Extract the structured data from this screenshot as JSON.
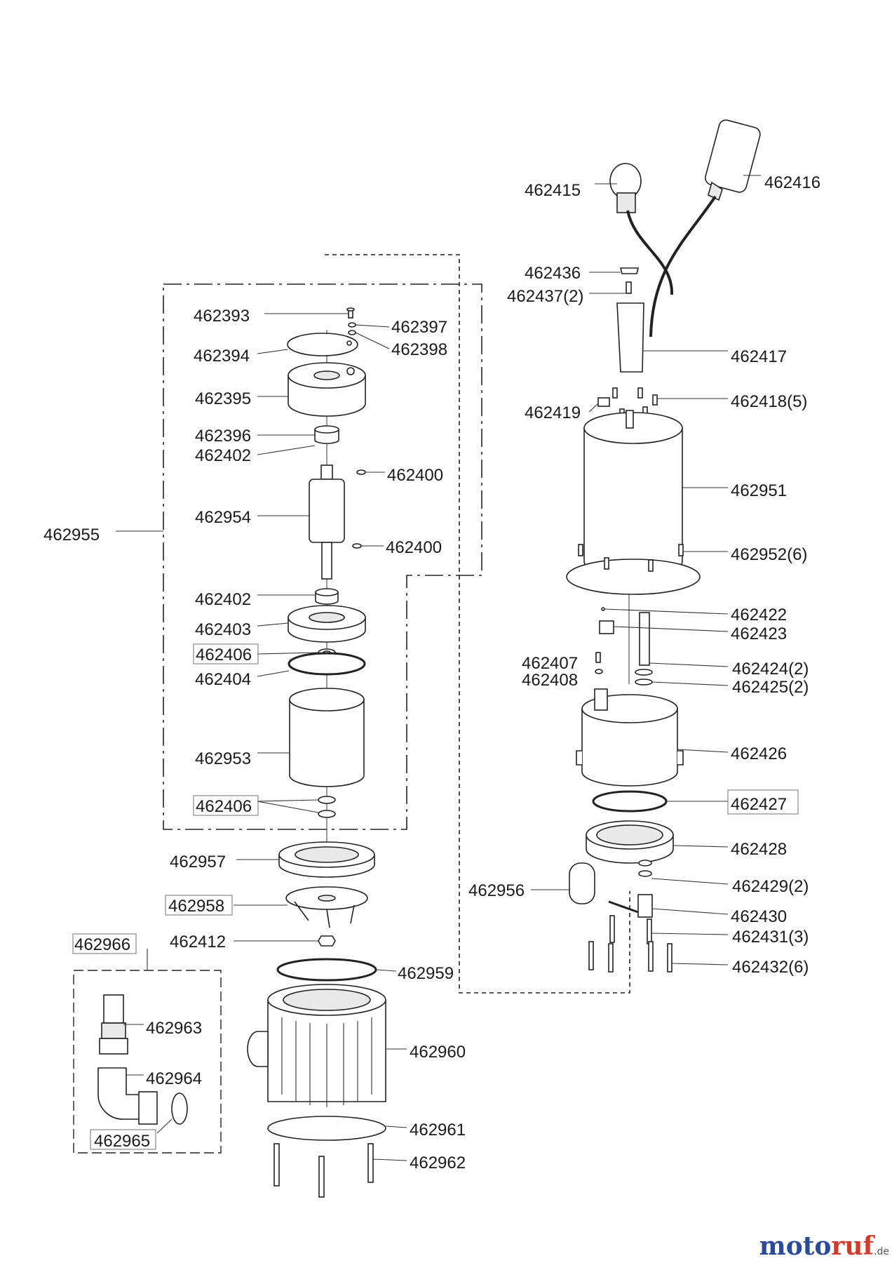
{
  "labels": {
    "p462415": "462415",
    "p462416": "462416",
    "p462436": "462436",
    "p462437": "462437(2)",
    "p462417": "462417",
    "p462418": "462418(5)",
    "p462419": "462419",
    "p462951": "462951",
    "p462952": "462952(6)",
    "p462422": "462422",
    "p462423": "462423",
    "p462407": "462407",
    "p462408": "462408",
    "p462424": "462424(2)",
    "p462425": "462425(2)",
    "p462426": "462426",
    "p462427": "462427",
    "p462428": "462428",
    "p462956": "462956",
    "p462429": "462429(2)",
    "p462430": "462430",
    "p462431": "462431(3)",
    "p462432": "462432(6)",
    "p462393": "462393",
    "p462397": "462397",
    "p462394": "462394",
    "p462398": "462398",
    "p462395": "462395",
    "p462396": "462396",
    "p462402a": "462402",
    "p462400a": "462400",
    "p462954": "462954",
    "p462955": "462955",
    "p462400b": "462400",
    "p462402b": "462402",
    "p462403": "462403",
    "p462406a": "462406",
    "p462404": "462404",
    "p462953": "462953",
    "p462406b": "462406",
    "p462957": "462957",
    "p462958": "462958",
    "p462412": "462412",
    "p462966": "462966",
    "p462959": "462959",
    "p462963": "462963",
    "p462960": "462960",
    "p462964": "462964",
    "p462961": "462961",
    "p462965": "462965",
    "p462962": "462962"
  },
  "brand": {
    "name_a": "moto",
    "name_b": "ruf",
    "suffix": ".de"
  },
  "colors": {
    "line": "#222222",
    "brand_a": "#2c4a9a",
    "brand_b": "#d23b2a"
  }
}
